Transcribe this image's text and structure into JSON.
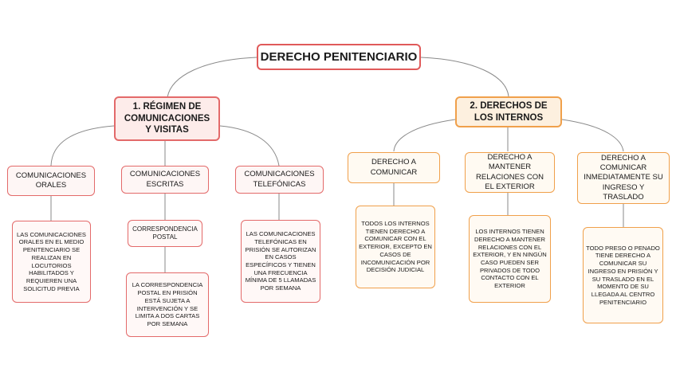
{
  "root": {
    "label": "DERECHO PENITENCIARIO"
  },
  "branches": {
    "regimen": {
      "label": "1. RÉGIMEN DE COMUNICACIONES Y VISITAS",
      "children": {
        "orales": {
          "label": "COMUNICACIONES ORALES",
          "detail": "LAS COMUNICACIONES ORALES EN EL MEDIO PENITENCIARIO SE REALIZAN EN LOCUTORIOS HABILITADOS Y REQUIEREN UNA SOLICITUD PREVIA"
        },
        "escritas": {
          "label": "COMUNICACIONES ESCRITAS",
          "sub": "CORRESPONDENCIA POSTAL",
          "detail": "LA CORRESPONDENCIA POSTAL EN PRISIÓN ESTÁ SUJETA A INTERVENCIÓN Y SE LIMITA A DOS CARTAS POR SEMANA"
        },
        "telefonicas": {
          "label": "COMUNICACIONES TELEFÓNICAS",
          "detail": "LAS COMUNICACIONES TELEFÓNICAS EN PRISIÓN SE AUTORIZAN EN CASOS ESPECÍFICOS Y TIENEN UNA FRECUENCIA MÍNIMA DE 5 LLAMADAS POR SEMANA"
        }
      }
    },
    "derechos": {
      "label": "2. DERECHOS DE LOS INTERNOS",
      "children": {
        "comunicar": {
          "label": "DERECHO A COMUNICAR",
          "detail": "TODOS LOS INTERNOS TIENEN DERECHO A COMUNICAR CON EL EXTERIOR, EXCEPTO EN CASOS DE INCOMUNICACIÓN POR DECISIÓN JUDICIAL"
        },
        "relaciones": {
          "label": "DERECHO A MANTENER RELACIONES CON EL EXTERIOR",
          "detail": "LOS INTERNOS TIENEN DERECHO A MANTENER RELACIONES CON EL EXTERIOR, Y EN NINGÚN CASO PUEDEN SER PRIVADOS DE TODO CONTACTO CON EL EXTERIOR"
        },
        "inmediato": {
          "label": "DERECHO A COMUNICAR INMEDIATAMENTE SU INGRESO Y TRASLADO",
          "detail": "TODO PRESO O PENADO TIENE DERECHO A COMUNICAR SU INGRESO EN PRISIÓN Y SU TRASLADO EN EL MOMENTO DE SU LLEGADA AL CENTRO PENITENCIARIO"
        }
      }
    }
  },
  "colors": {
    "red_branch": "#e36a6a",
    "orange_branch": "#f0a04b",
    "connector": "#8a8a8a"
  }
}
